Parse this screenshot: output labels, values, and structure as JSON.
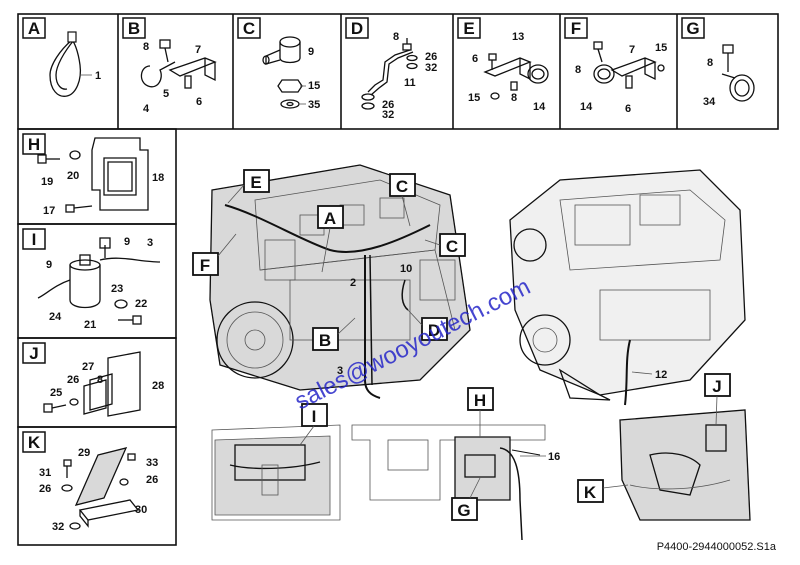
{
  "top_panels": [
    {
      "letter": "A",
      "callouts": [
        "1"
      ]
    },
    {
      "letter": "B",
      "callouts": [
        "8",
        "7",
        "5",
        "6",
        "4"
      ]
    },
    {
      "letter": "C",
      "callouts": [
        "9",
        "15",
        "35"
      ]
    },
    {
      "letter": "D",
      "callouts": [
        "8",
        "26",
        "32",
        "11",
        "26",
        "32"
      ]
    },
    {
      "letter": "E",
      "callouts": [
        "13",
        "6",
        "15",
        "8",
        "14"
      ]
    },
    {
      "letter": "F",
      "callouts": [
        "7",
        "15",
        "8",
        "14",
        "6"
      ]
    },
    {
      "letter": "G",
      "callouts": [
        "8",
        "34"
      ]
    }
  ],
  "side_panels": [
    {
      "letter": "H",
      "callouts": [
        "19",
        "20",
        "18",
        "17"
      ]
    },
    {
      "letter": "I",
      "callouts": [
        "9",
        "3",
        "9",
        "23",
        "22",
        "24",
        "21"
      ]
    },
    {
      "letter": "J",
      "callouts": [
        "27",
        "8",
        "26",
        "25",
        "28"
      ]
    },
    {
      "letter": "K",
      "callouts": [
        "29",
        "31",
        "33",
        "26",
        "26",
        "30",
        "32"
      ]
    }
  ],
  "main_view": {
    "views": [
      "E",
      "A",
      "C",
      "C",
      "F",
      "B",
      "D",
      "I",
      "H",
      "J",
      "G",
      "K"
    ],
    "numbers": [
      "2",
      "10",
      "3",
      "12",
      "16"
    ]
  },
  "watermark": "sales@wooyoutech.com",
  "footer_code": "P4400-2944000052.S1a"
}
